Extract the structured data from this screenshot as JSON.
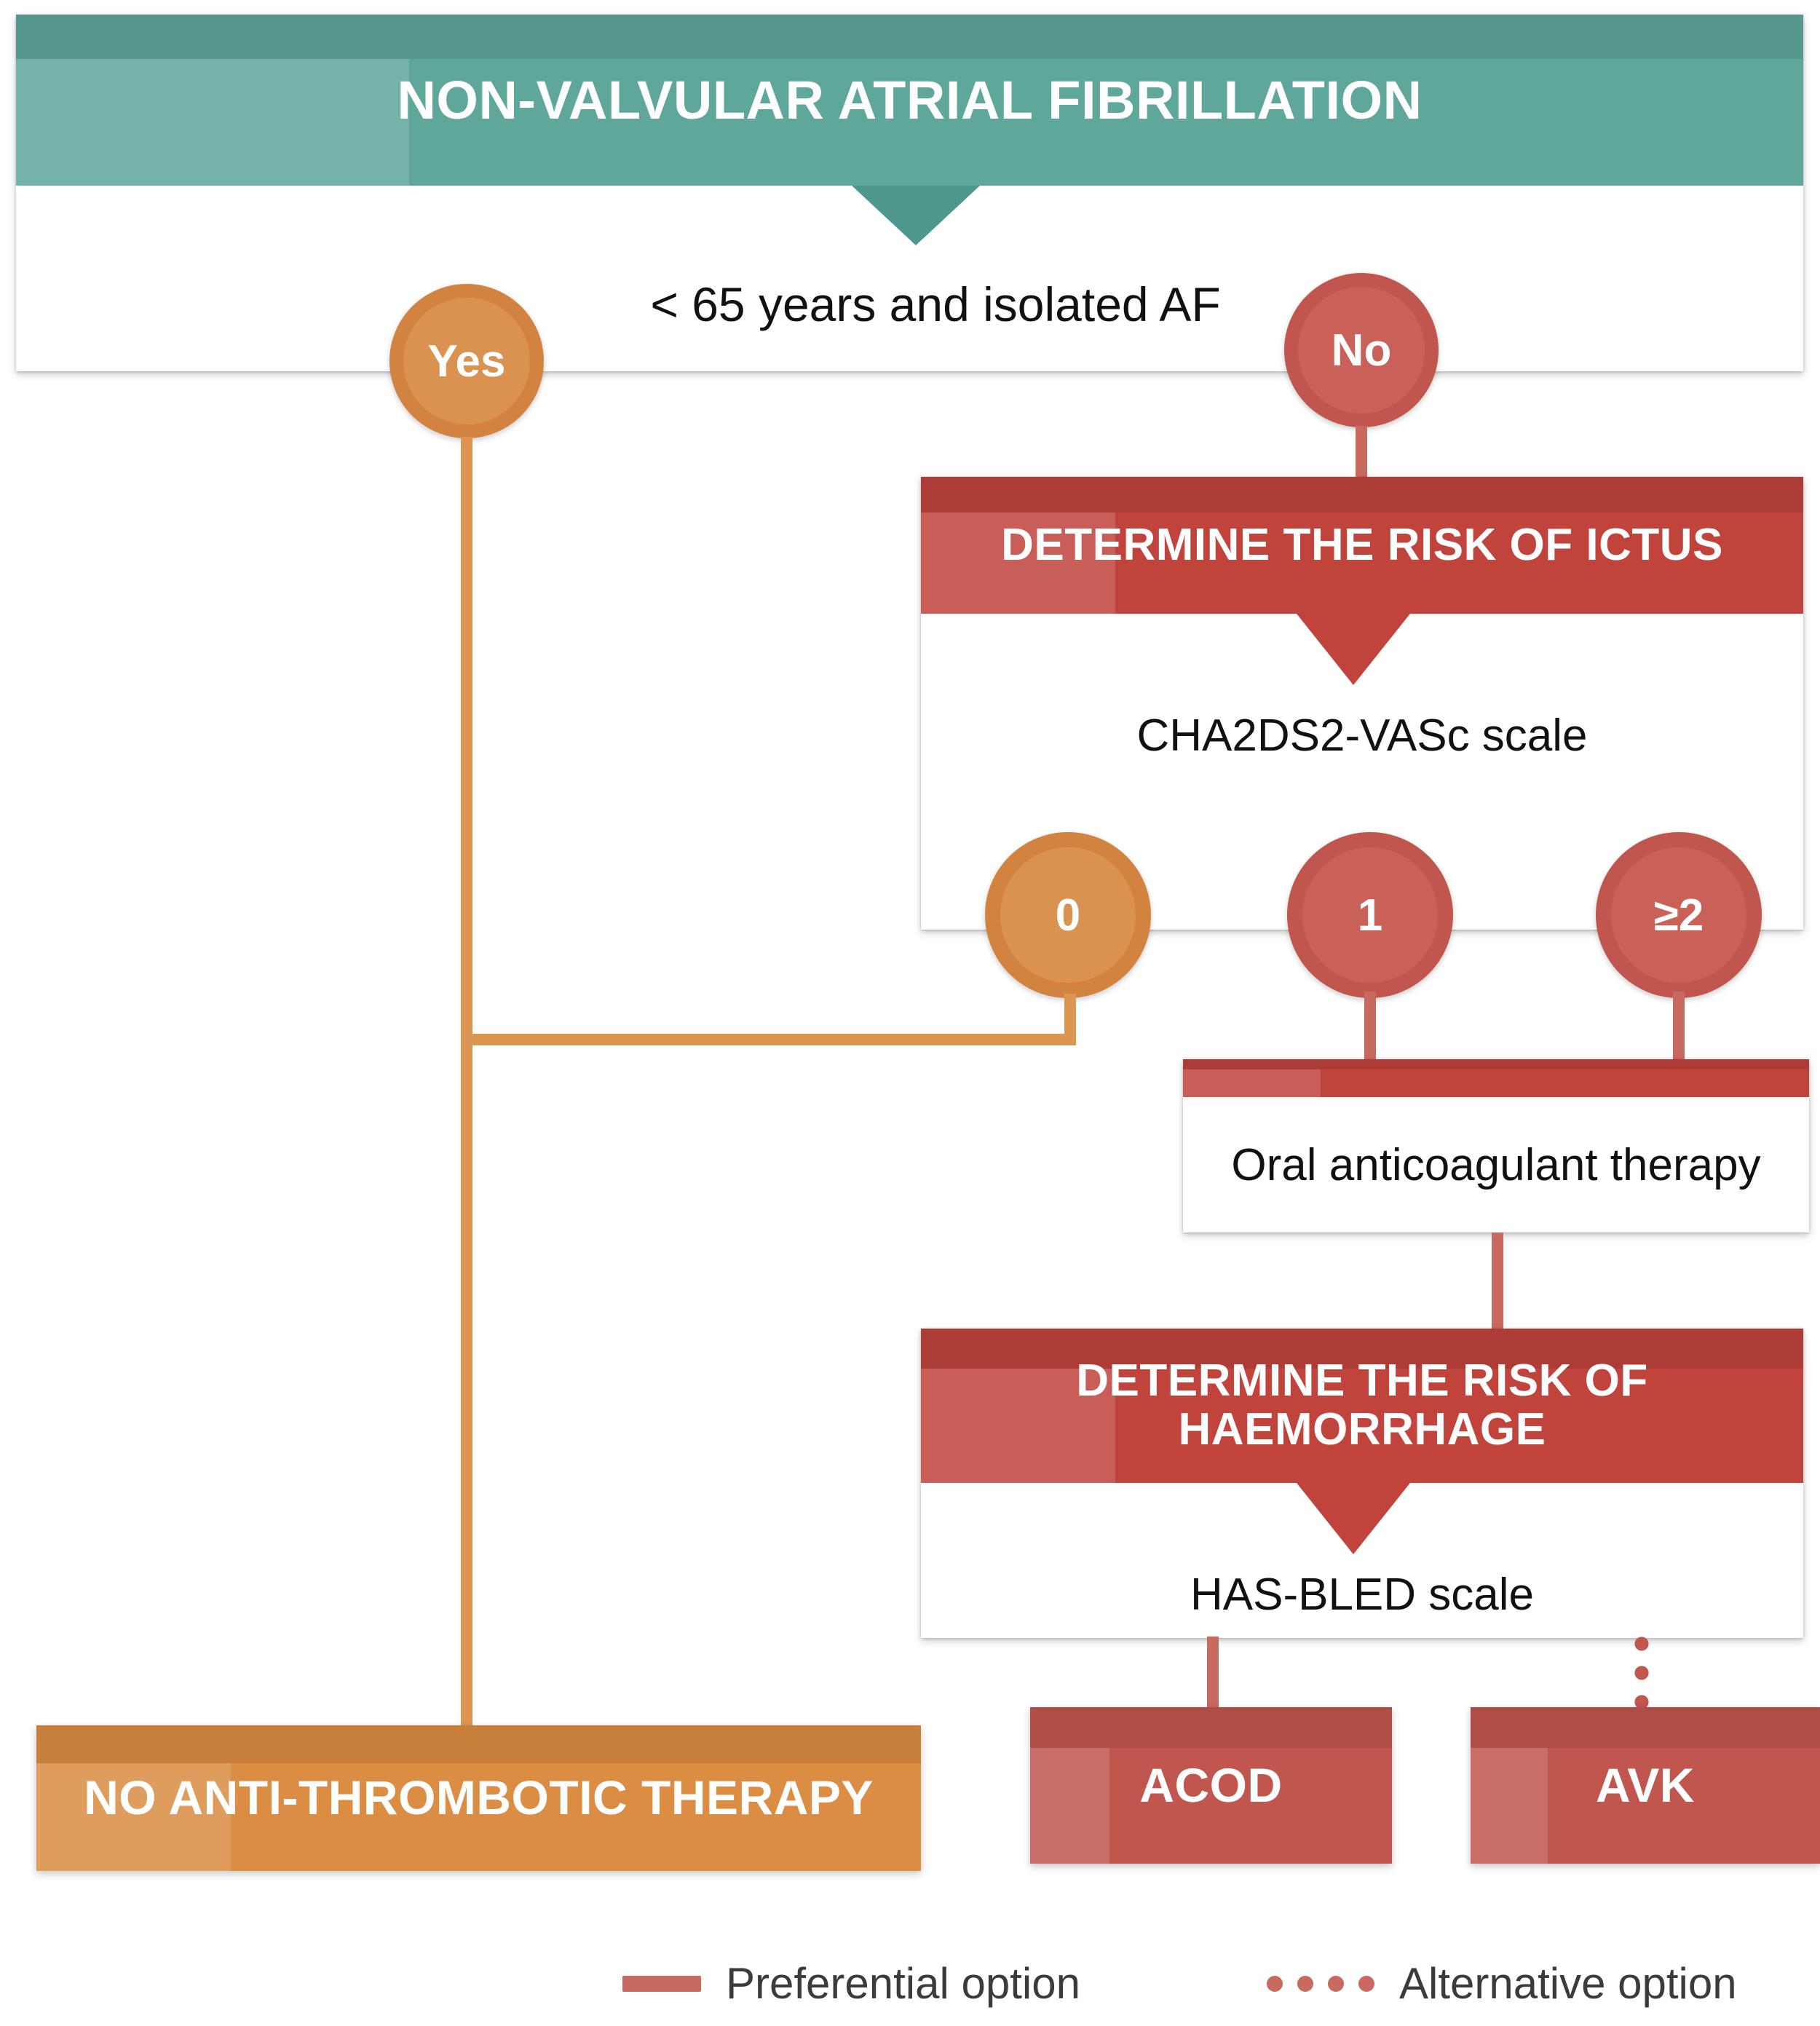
{
  "colors": {
    "teal": "#5fa69b",
    "teal_dark": "#4e978c",
    "red": "#c0433c",
    "red_soft": "#c1564e",
    "red_line": "#c96a60",
    "orange": "#da8d43",
    "orange_soft": "#d98f4d",
    "orange_line": "#dd9552",
    "white": "#ffffff",
    "text_dark": "#111111",
    "legend_text": "#3b3b3b"
  },
  "header": {
    "title": "NON-VALVULAR ATRIAL FIBRILLATION",
    "question": "< 65 years and isolated AF",
    "yes_label": "Yes",
    "no_label": "No"
  },
  "ictus": {
    "title": "DETERMINE THE RISK OF ICTUS",
    "scale": "CHA2DS2-VASc scale",
    "scores": [
      {
        "label": "0",
        "color": "orange"
      },
      {
        "label": "1",
        "color": "red"
      },
      {
        "label": "≥2",
        "color": "red"
      }
    ]
  },
  "therapy": {
    "oral_anticoagulant": "Oral anticoagulant therapy"
  },
  "haemorrhage": {
    "title": "DETERMINE THE RISK OF HAEMORRHAGE",
    "title_line1": "DETERMINE THE RISK OF",
    "title_line2": "HAEMORRHAGE",
    "scale": "HAS-BLED scale"
  },
  "outcomes": {
    "no_therapy": "NO ANTI-THROMBOTIC THERAPY",
    "acod": "ACOD",
    "avk": "AVK"
  },
  "legend": {
    "preferential": "Preferential option",
    "alternative": "Alternative option"
  }
}
